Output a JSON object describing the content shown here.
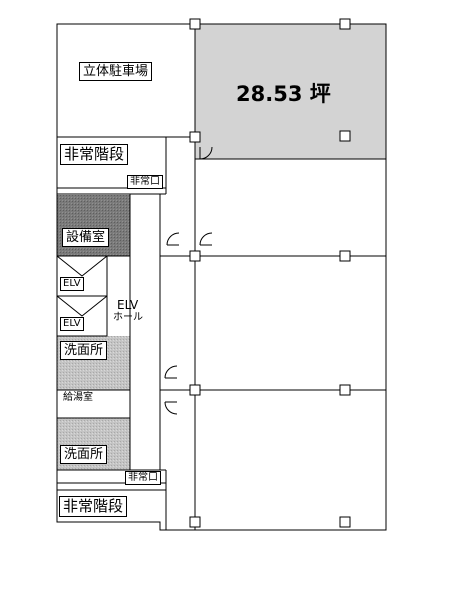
{
  "floor_plan": {
    "tenant_area": "28.53 坪",
    "highlight_color": "#d3d3d3",
    "rooms": {
      "parking": "立体駐車場",
      "emergency_stairs_top": "非常階段",
      "emergency_exit_top": "非常口",
      "equipment_room": "設備室",
      "elevator_1": "ELV",
      "elevator_2": "ELV",
      "elv_hall_line1": "ELV",
      "elv_hall_line2": "ホール",
      "washroom_1": "洗面所",
      "kitchenette": "給湯室",
      "washroom_2": "洗面所",
      "emergency_exit_bottom": "非常口",
      "emergency_stairs_bottom": "非常階段"
    }
  }
}
